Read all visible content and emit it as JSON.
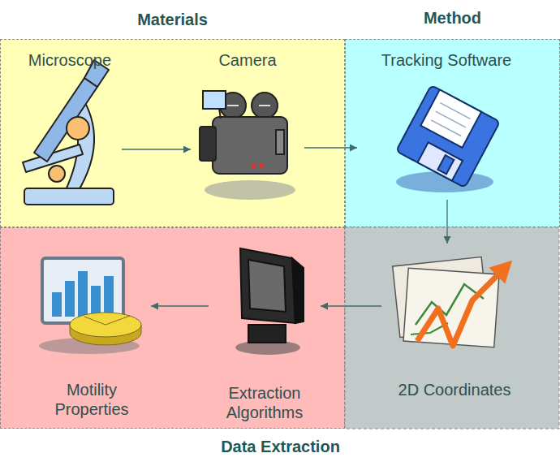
{
  "diagram": {
    "nodes": [
      {
        "text": [
          "Materials"
        ]
      },
      {
        "text": [
          "Microscope"
        ],
        "in": 0
      },
      {
        "text": [
          "Camera"
        ],
        "in": 0
      },
      {
        "text": [
          "Method"
        ]
      },
      {
        "text": [
          "Tracking Software"
        ],
        "in": 3
      },
      {
        "text": [
          "Data Extraction"
        ]
      },
      {
        "text": [
          "Motility Properties"
        ],
        "in": 5
      },
      {
        "text": [
          "Extraction Algorithms"
        ],
        "in": 5
      },
      {
        "text": [
          "2D Coordinates"
        ]
      }
    ],
    "edges": [
      {
        "from": 1,
        "to": 2,
        "arrow": "to"
      },
      {
        "from": 2,
        "to": 4,
        "arrow": "to"
      },
      {
        "from": 4,
        "to": 8,
        "arrow": "to"
      },
      {
        "from": 8,
        "to": 7,
        "arrow": "to"
      },
      {
        "from": 7,
        "to": 6,
        "arrow": "to"
      }
    ]
  }
}
